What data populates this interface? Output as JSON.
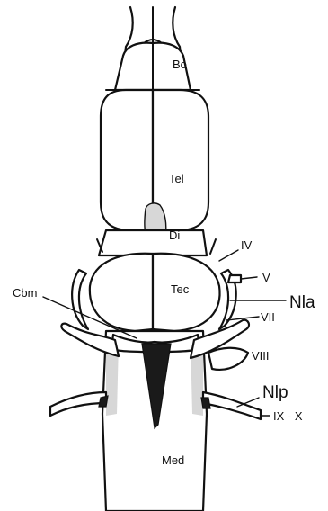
{
  "labels": {
    "bo": "Bo",
    "tel": "Tel",
    "di": "Di",
    "tec": "Tec",
    "cbm": "Cbm",
    "med": "Med",
    "iv": "IV",
    "v": "V",
    "nla": "Nla",
    "vii": "VII",
    "viii": "VIII",
    "nlp": "Nlp",
    "ix_x": "IX - X"
  }
}
